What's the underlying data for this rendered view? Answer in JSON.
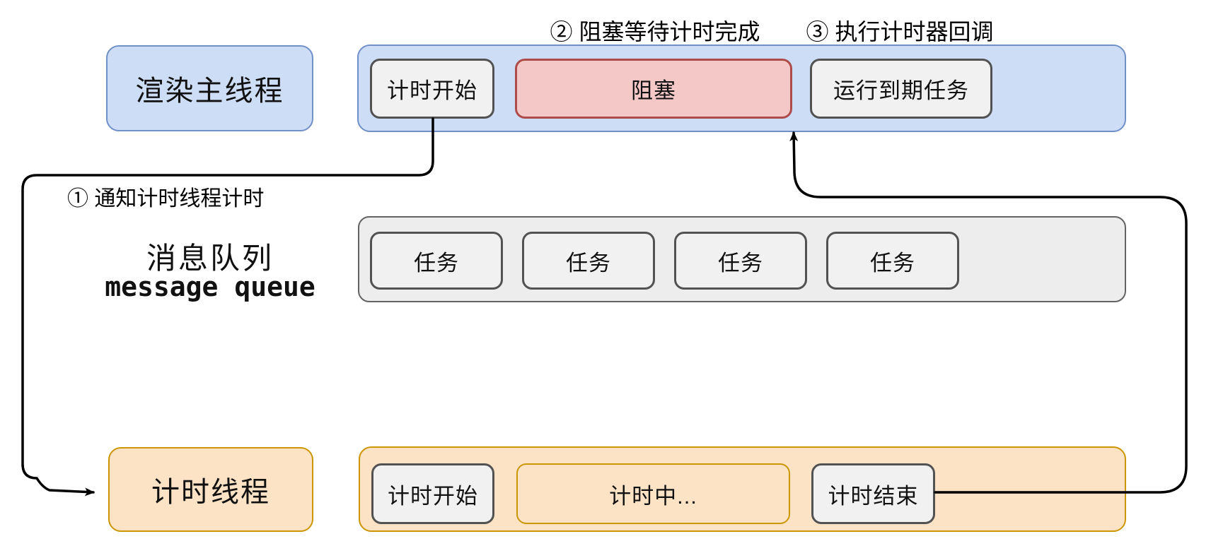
{
  "diagram_title": "timer thread / render main thread event loop diagram",
  "annotations": {
    "step1": "① 通知计时线程计时",
    "step2": "② 阻塞等待计时完成",
    "step3": "③ 执行计时器回调"
  },
  "main_thread": {
    "label": "渲染主线程",
    "boxes": [
      {
        "label": "计时开始",
        "style": "gray"
      },
      {
        "label": "阻塞",
        "style": "red"
      },
      {
        "label": "运行到期任务",
        "style": "gray"
      }
    ]
  },
  "message_queue": {
    "label_cn": "消息队列",
    "label_en": "message queue",
    "tasks": [
      "任务",
      "任务",
      "任务",
      "任务"
    ]
  },
  "timer_thread": {
    "label": "计时线程",
    "boxes": [
      {
        "label": "计时开始",
        "style": "gray"
      },
      {
        "label": "计时中...",
        "style": "orange"
      },
      {
        "label": "计时结束",
        "style": "gray"
      }
    ]
  },
  "colors": {
    "blue_fill": "#cdddf6",
    "blue_stroke": "#7090c8",
    "red_fill": "#f5c8c8",
    "red_stroke": "#ae4c4a",
    "orange_fill": "#fce3c6",
    "orange_stroke": "#cc9600",
    "gray_fill": "#f1f1f2",
    "gray_stroke": "#525252",
    "queue_fill": "#ededed",
    "queue_stroke": "#636363",
    "wire": "#000000"
  }
}
